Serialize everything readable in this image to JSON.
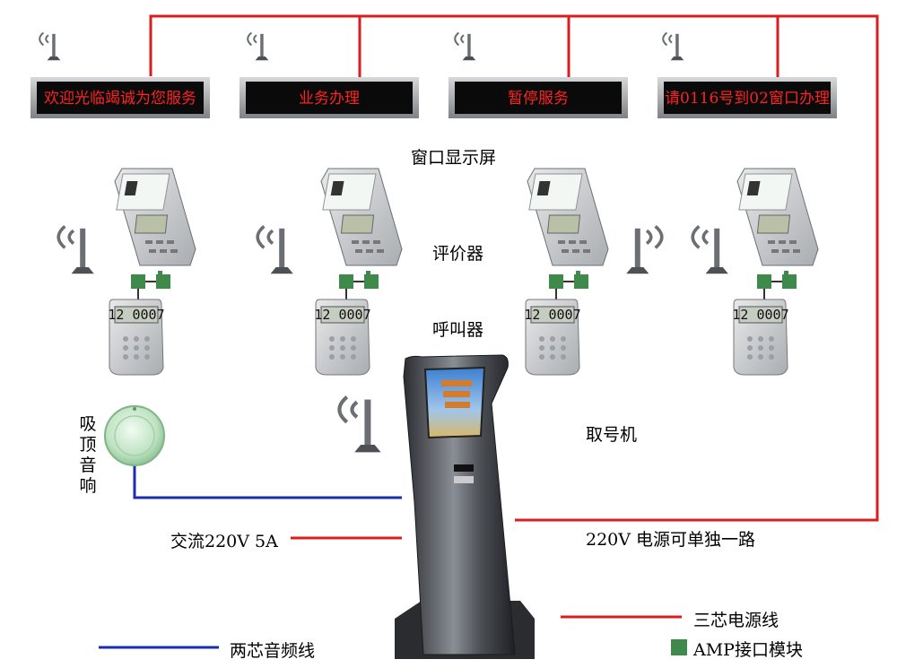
{
  "displays": [
    {
      "text": "欢迎光临竭诚为您服务"
    },
    {
      "text": "业务办理"
    },
    {
      "text": "暂停服务"
    },
    {
      "text": "请0116号到02窗口办理"
    }
  ],
  "labels": {
    "window_display": "窗口显示屏",
    "evaluator": "评价器",
    "caller": "呼叫器",
    "ticket_machine": "取号机",
    "ceiling_speaker": "吸顶音响",
    "ac_power": "交流220V 5A",
    "separate_power": "220V 电源可单独一路"
  },
  "caller_readout": "12 0007",
  "legend": [
    {
      "text": "三芯电源线",
      "color": "#d81e1e",
      "icon": "red-line"
    },
    {
      "text": "AMP接口模块",
      "color": "#3f8a4a",
      "icon": "green-square"
    },
    {
      "text": "两芯音频线",
      "color": "#1a2fb0",
      "icon": "blue-line"
    }
  ],
  "colors": {
    "power_line": "#d81e1e",
    "audio_line": "#1a2fb0",
    "amp_module": "#3f8a4a",
    "led_text": "#ff2222"
  }
}
